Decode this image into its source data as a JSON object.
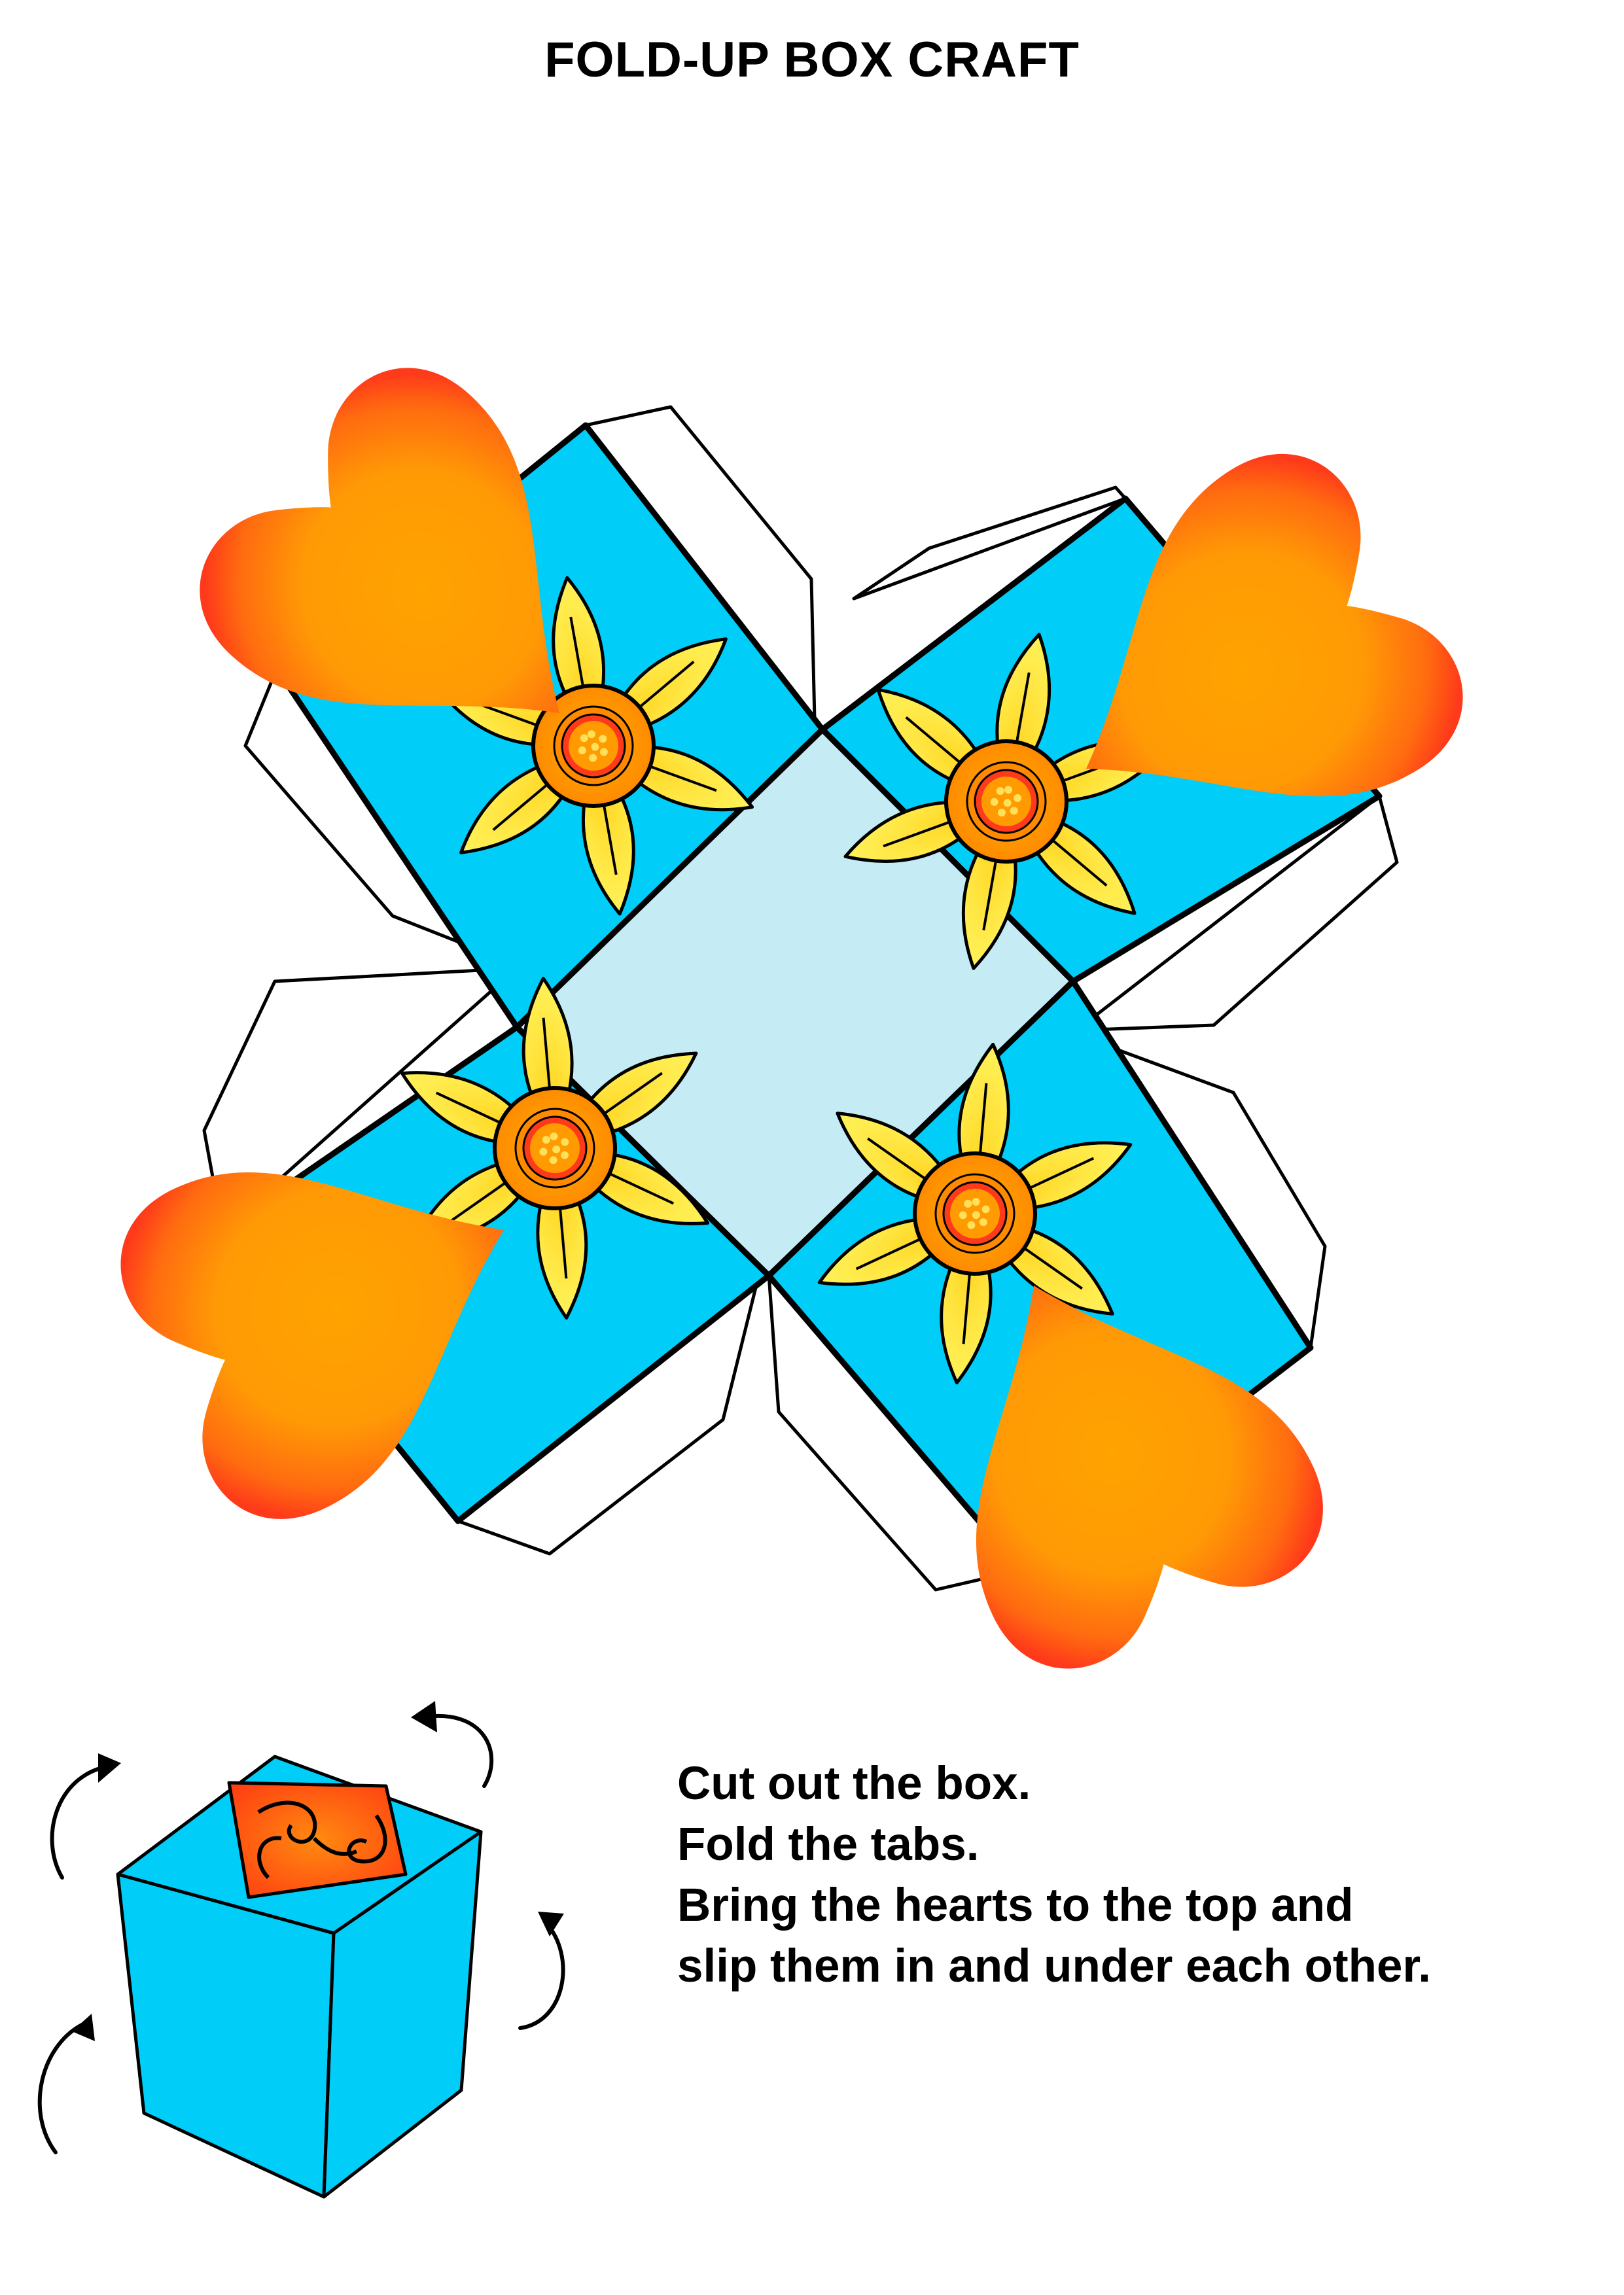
{
  "title": "FOLD-UP BOX CRAFT",
  "instructions": [
    "Cut out the box.",
    "Fold the tabs.",
    "Bring the hearts to the top and",
    "slip them in and under each other."
  ],
  "colors": {
    "panel": "#00cdf8",
    "base": "#c5ebf5",
    "tab": "#ffffff",
    "outline": "#000000",
    "heart_inner": "#ffa300",
    "heart_outer": "#ff3a1a",
    "petal": "#ffec3a",
    "flower_center": "#ff9a00",
    "flower_core": "#ff3a1a"
  },
  "icons": {
    "flower": "daffodil-icon",
    "heart": "heart-icon",
    "box": "finished-box-icon",
    "arrow": "curved-arrow-icon"
  }
}
